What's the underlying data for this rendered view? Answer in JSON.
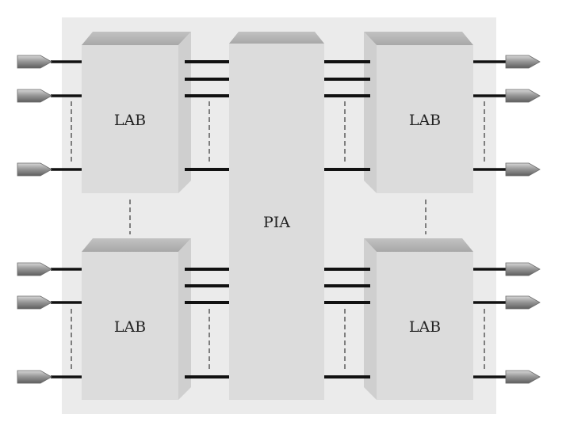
{
  "labels": {
    "lab_top_left": "LAB",
    "lab_top_right": "LAB",
    "lab_bottom_left": "LAB",
    "lab_bottom_right": "LAB",
    "pia": "PIA"
  },
  "colors": {
    "background_panel": "#ebebeb",
    "block_front": "#dcdcdc",
    "block_top": "#b4b4b4",
    "block_side": "#cfcfcf",
    "wire": "#111111",
    "pin": "#8a8a8a"
  },
  "icons": {
    "input_pin": "arrow-pin-icon",
    "output_pin": "arrow-pin-icon"
  }
}
